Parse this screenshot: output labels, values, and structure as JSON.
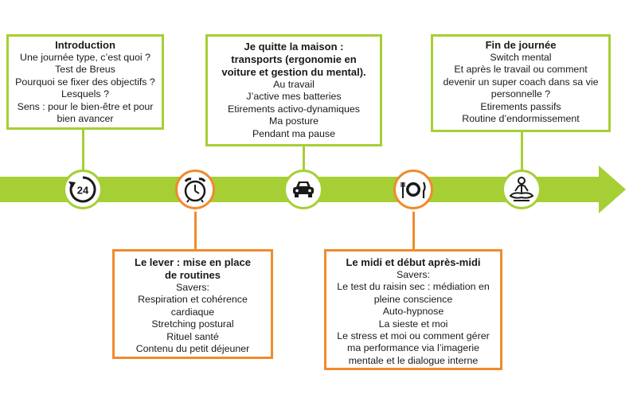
{
  "colors": {
    "green": "#a6cf35",
    "orange": "#f08b2c",
    "ink": "#1a1a1a"
  },
  "steps": [
    {
      "title": "Introduction",
      "lines": [
        "Une journée type, c’est quoi ?",
        "Test de Breus",
        "Pourquoi se fixer des objectifs ?",
        "Lesquels ?",
        "Sens : pour le bien-être et pour",
        "bien avancer"
      ],
      "icon": "24-hour-clock-icon"
    },
    {
      "title": "Le lever : mise en place",
      "title2": "de routines",
      "lines": [
        "Savers:",
        "Respiration et cohérence",
        "cardiaque",
        "Stretching postural",
        "Rituel santé",
        "Contenu du petit déjeuner"
      ],
      "icon": "alarm-clock-icon"
    },
    {
      "title": "Je quitte la maison :",
      "title2": "transports (ergonomie en",
      "title3": "voiture et gestion du mental).",
      "lines": [
        "Au travail",
        "J’active mes batteries",
        "Etirements activo-dynamiques",
        "Ma posture",
        "Pendant ma pause"
      ],
      "icon": "car-icon"
    },
    {
      "title": "Le midi et début après-midi",
      "lines": [
        "Savers:",
        "Le test du raisin sec : médiation en",
        "pleine conscience",
        "Auto-hypnose",
        "La sieste et moi",
        "Le stress et moi ou comment gérer",
        "ma performance via l’imagerie",
        "mentale et le dialogue interne"
      ],
      "icon": "plate-cutlery-icon"
    },
    {
      "title": "Fin de journée",
      "lines": [
        "Switch mental",
        "Et après le travail ou comment",
        "devenir un super coach dans sa vie",
        "personnelle ?",
        "Etirements passifs",
        "Routine d’endormissement"
      ],
      "icon": "meditation-icon"
    }
  ]
}
